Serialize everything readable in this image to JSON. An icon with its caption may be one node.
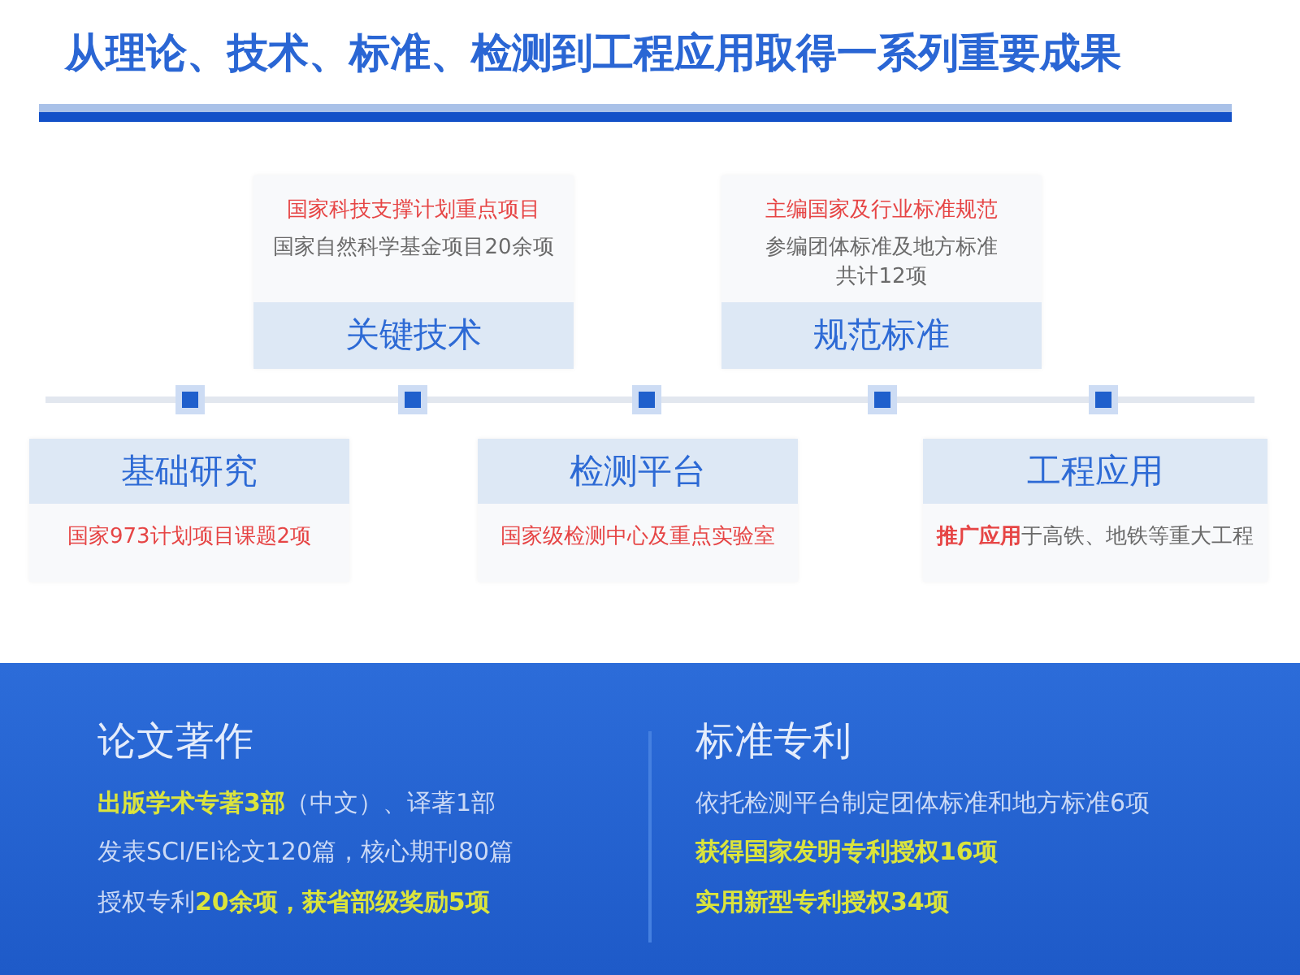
{
  "diagram": {
    "title": "从理论、技术、标准、检测到工程应用取得一系列重要成果",
    "nodes": [
      {
        "text": [
          "基础研究",
          "国家973计划项目课题2项"
        ]
      },
      {
        "text": [
          "国家科技支撑计划重点项目",
          "国家自然科学基金项目20余项",
          "关键技术"
        ]
      },
      {
        "text": [
          "检测平台",
          "国家级检测中心及重点实验室"
        ]
      },
      {
        "text": [
          "主编国家及行业标准规范",
          "参编团体标准及地方标准共计12项",
          "规范标准"
        ]
      },
      {
        "text": [
          "工程应用",
          "**推广应用**于高铁、地铁等重大工程"
        ]
      },
      {
        "text": [
          "论文著作",
          "**出版学术专著3部**（中文）、译著1部",
          "发表SCI/EI论文120篇，核心期刊80篇",
          "授权专利**20余项，获省部级奖励5项**",
          "标准专利",
          "依托检测平台制定团体标准和地方标准6项",
          "获得国家发明专利授权16项",
          "实用新型专利授权34项"
        ]
      }
    ]
  }
}
